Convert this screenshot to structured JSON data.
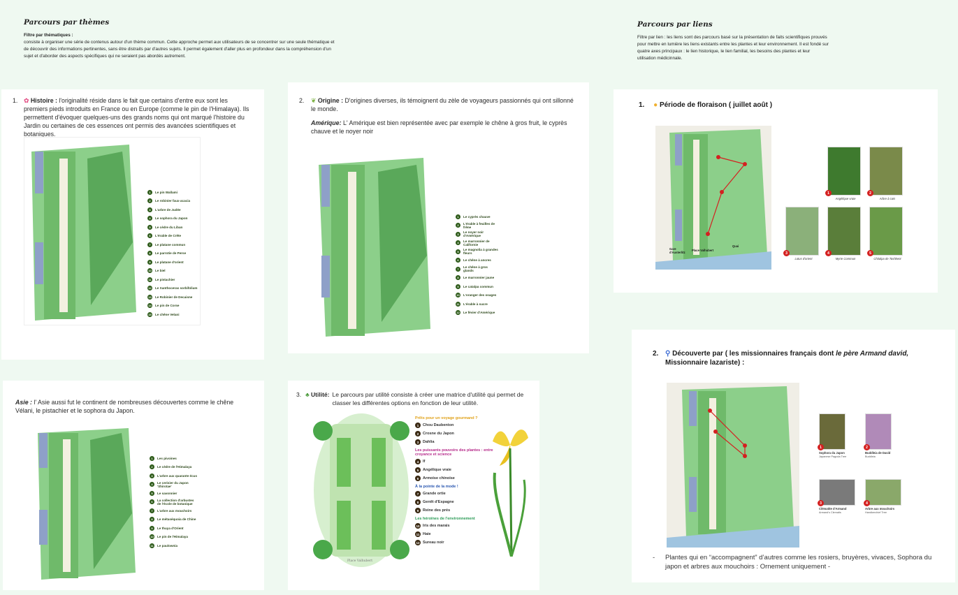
{
  "left_intro": {
    "title": "Parcours par thèmes",
    "label": "Filtre par thématiques :",
    "body": "consiste à organiser une série de contenus autour d'un thème commun. Cette approche permet aux utilisateurs de se concentrer sur une seule thématique et de découvrir des informations pertinentes, sans être distraits par d'autres sujets. Il permet également d'aller plus en profondeur dans la compréhension d'un sujet et d'aborder des aspects spécifiques qui ne seraient pas abordés autrement."
  },
  "right_intro": {
    "title": "Parcours par liens",
    "body": "Filtre par lien : les liens sont des parcours basé sur la présentation de faits scientifiques prouvés pour mettre en lumière les liens existants entre les plantes et leur environnement. Il est fondé sur quatre axes principaux : le lien historique, le lien familial, les besoins des plantes et leur utilisation médicinnale."
  },
  "card_histoire": {
    "number": "1.",
    "title": "Histoire :",
    "body": "l'originalité réside dans le fait que certains d'entre eux sont les premiers pieds introduits en France ou en Europe (comme le pin de l'Himalaya). Ils permettent d'évoquer quelques-uns des grands noms qui ont marqué l'histoire du Jardin ou certaines de ces essences ont permis des avancées scientifiques et botaniques.",
    "legend": [
      "Le pin Wallami",
      "Le robinier faux-acacia",
      "L'arbre de Judée",
      "Le sophora du Japon",
      "Le cèdre du Liban",
      "L'érable de Crête",
      "Le platane commun",
      "Le parrotie de Perse",
      "Le platane d'orient",
      "Le biel",
      "Le pistachier",
      "Le Xanthoceras sorbifolium",
      "Le Robinier de Decaisne",
      "Le pin de Corse",
      "Le chêne Velani"
    ]
  },
  "card_origine": {
    "number": "2.",
    "title": "Origine :",
    "body": "D'origines diverses, ils témoignent du zèle de voyageurs passionnés qui ont sillonné le monde.",
    "sub_label": "Amérique:",
    "sub_body": "L' Amérique est bien représentée avec par exemple le chêne à gros fruit, le cyprès chauve et le noyer noir",
    "legend": [
      "Le cyprès chauve",
      "L'érable à feuilles de frêne",
      "Le noyer noir d'Amérique",
      "Le marronnier de Californie",
      "Le magnolia à grandes fleurs",
      "Le chêne à ancres",
      "Le chêne à gros glands",
      "Le marronnier jaune",
      "Le catalpa commun",
      "L'oranger des osages",
      "L'érable à sucre",
      "Le févier d'Amérique"
    ]
  },
  "card_asie": {
    "label": "Asie :",
    "body": "l' Asie aussi fut le continent de nombreuses découvertes comme le chêne Vélani, le pistachier et le sophora du Japon.",
    "legend": [
      "Les pivoines",
      "Le cèdre de l'Himalaya",
      "L'arbre aux quarante écus",
      "Le cerisier du Japon 'Shirotae'",
      "Le savonnier",
      "La collection d'arbustes de l'école de botanique",
      "L'arbre aux mouchoirs",
      "Le métaséquoia de Chine",
      "Le thuya d'Orient",
      "Le pin de l'Himalaya",
      "Le paulownia"
    ]
  },
  "card_utilite": {
    "number": "3.",
    "title": "Utilité:",
    "body": "Le parcours par utilité consiste à créer une matrice d'utilité qui permet de classer les différentes options en fonction de leur utilité.",
    "groups": [
      {
        "title": "Prêts pour un voyage gourmand ?",
        "color": "#e0a21a",
        "items": [
          "Chou Daubenton",
          "Crosne du Japon",
          "Dahlia"
        ]
      },
      {
        "title": "Les puissants pouvoirs des plantes : entre croyance et science",
        "color": "#b62a8a",
        "items": [
          "If",
          "Angélique vraie",
          "Armoise chinoise"
        ]
      },
      {
        "title": "À la pointe de la mode !",
        "color": "#2a57b0",
        "items": [
          "Grande ortie",
          "Genêt d'Espagne",
          "Reine des prés"
        ]
      },
      {
        "title": "Les héroïnes de l'environnement",
        "color": "#2a9a55",
        "items": [
          "Iris des marais",
          "Haie",
          "Sureau noir"
        ]
      }
    ],
    "map_label": "Place Valhubert"
  },
  "card_floraison": {
    "number": "1.",
    "title": "Période de floraison ( juillet août )",
    "photos": [
      {
        "n": "1",
        "caption": "Angélique vraie",
        "color": "#3e7a2e"
      },
      {
        "n": "2",
        "caption": "Arbre à caïs",
        "color": "#7a8a4a"
      },
      {
        "n": "3",
        "caption": "Lotus d'orient",
        "color": "#8bb07a"
      },
      {
        "n": "4",
        "caption": "Myrte Commun",
        "color": "#5a7e3a"
      },
      {
        "n": "5",
        "caption": "Chitalpa de Tashkent",
        "color": "#6a9a48"
      }
    ],
    "map_labels": [
      "Gare d'Austerlitz",
      "Place Valhubert",
      "Quai"
    ]
  },
  "card_decouverte": {
    "number": "2.",
    "title_a": "Découverte par ( les missionnaires français dont",
    "title_b": "le père Armand david,",
    "title_c": "Missionnaire lazariste) :",
    "photos": [
      {
        "n": "1",
        "caption": "Sophora du Japon",
        "sub": "Japanese Pagoda Tree",
        "color": "#6a6a3a"
      },
      {
        "n": "2",
        "caption": "Buddleia de David",
        "sub": "Buddleia",
        "color": "#b08ab8"
      },
      {
        "n": "3",
        "caption": "Clématite d'Armand",
        "sub": "Armand's Clematis",
        "color": "#7a7a7a"
      },
      {
        "n": "4",
        "caption": "Arbre aux mouchoirs",
        "sub": "Handkerchief Tree",
        "color": "#8aa86a"
      }
    ],
    "bullet": "Plantes qui en “accompagnent” d’autres comme les rosiers, bruyères, vivaces, Sophora du japon et arbres aux mouchoirs : Ornement uniquement -"
  }
}
